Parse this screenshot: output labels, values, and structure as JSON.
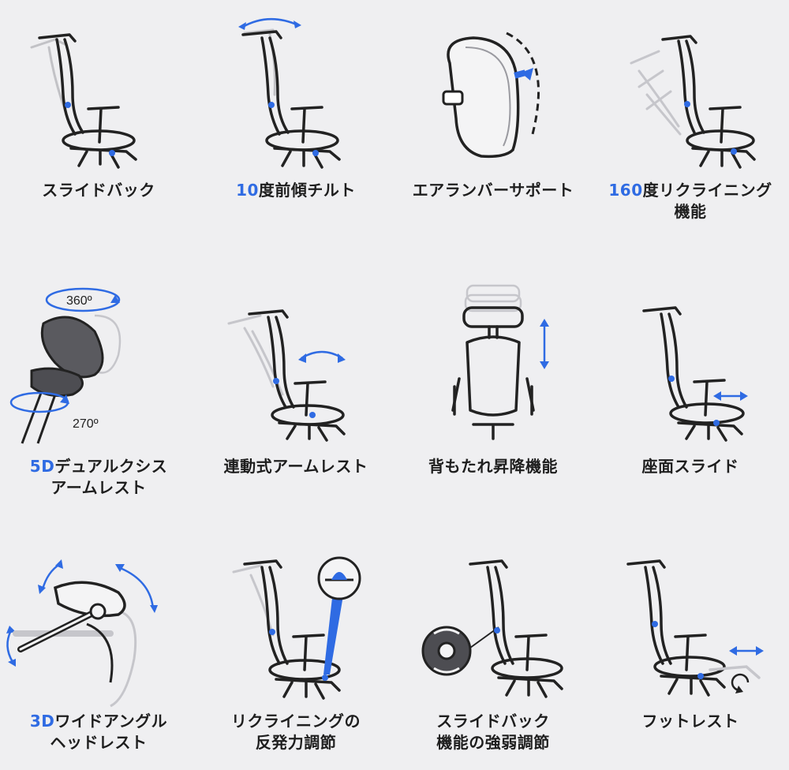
{
  "colors": {
    "accent": "#2f6be3",
    "line": "#222222",
    "ghost": "#bdbdc2",
    "bg": "#efeff1"
  },
  "features": [
    {
      "id": "slide-back",
      "icon": "chair-slide-back-icon",
      "lines": [
        {
          "pre": "",
          "hl": "",
          "post": "スライドバック"
        }
      ]
    },
    {
      "id": "tilt",
      "icon": "chair-tilt-icon",
      "lines": [
        {
          "pre": "",
          "hl": "10",
          "post": "度前傾チルト"
        }
      ]
    },
    {
      "id": "lumbar",
      "icon": "air-lumbar-support-icon",
      "lines": [
        {
          "pre": "",
          "hl": "",
          "post": "エアランバーサポート"
        }
      ]
    },
    {
      "id": "recline",
      "icon": "chair-recline-icon",
      "lines": [
        {
          "pre": "",
          "hl": "160",
          "post": "度リクライニング"
        },
        {
          "pre": "",
          "hl": "",
          "post": "機能"
        }
      ]
    },
    {
      "id": "armrest-5d",
      "icon": "armrest-rotate-icon",
      "annotations": [
        "360º",
        "270º"
      ],
      "lines": [
        {
          "pre": "",
          "hl": "5D",
          "post": "デュアルクシス"
        },
        {
          "pre": "",
          "hl": "",
          "post": "アームレスト"
        }
      ]
    },
    {
      "id": "linked-armrest",
      "icon": "linked-armrest-icon",
      "lines": [
        {
          "pre": "",
          "hl": "",
          "post": "連動式アームレスト"
        }
      ]
    },
    {
      "id": "back-height",
      "icon": "backrest-height-icon",
      "lines": [
        {
          "pre": "",
          "hl": "",
          "post": "背もたれ昇降機能"
        }
      ]
    },
    {
      "id": "seat-slide",
      "icon": "seat-slide-icon",
      "lines": [
        {
          "pre": "",
          "hl": "",
          "post": "座面スライド"
        }
      ]
    },
    {
      "id": "headrest-3d",
      "icon": "headrest-angle-icon",
      "lines": [
        {
          "pre": "",
          "hl": "3D",
          "post": "ワイドアングル"
        },
        {
          "pre": "",
          "hl": "",
          "post": "ヘッドレスト"
        }
      ]
    },
    {
      "id": "recline-tension",
      "icon": "recline-tension-icon",
      "lines": [
        {
          "pre": "",
          "hl": "",
          "post": "リクライニングの"
        },
        {
          "pre": "",
          "hl": "",
          "post": "反発力調節"
        }
      ]
    },
    {
      "id": "slide-back-tension",
      "icon": "slide-tension-knob-icon",
      "lines": [
        {
          "pre": "",
          "hl": "",
          "post": "スライドバック"
        },
        {
          "pre": "",
          "hl": "",
          "post": "機能の強弱調節"
        }
      ]
    },
    {
      "id": "footrest",
      "icon": "footrest-icon",
      "lines": [
        {
          "pre": "",
          "hl": "",
          "post": "フットレスト"
        }
      ]
    }
  ]
}
